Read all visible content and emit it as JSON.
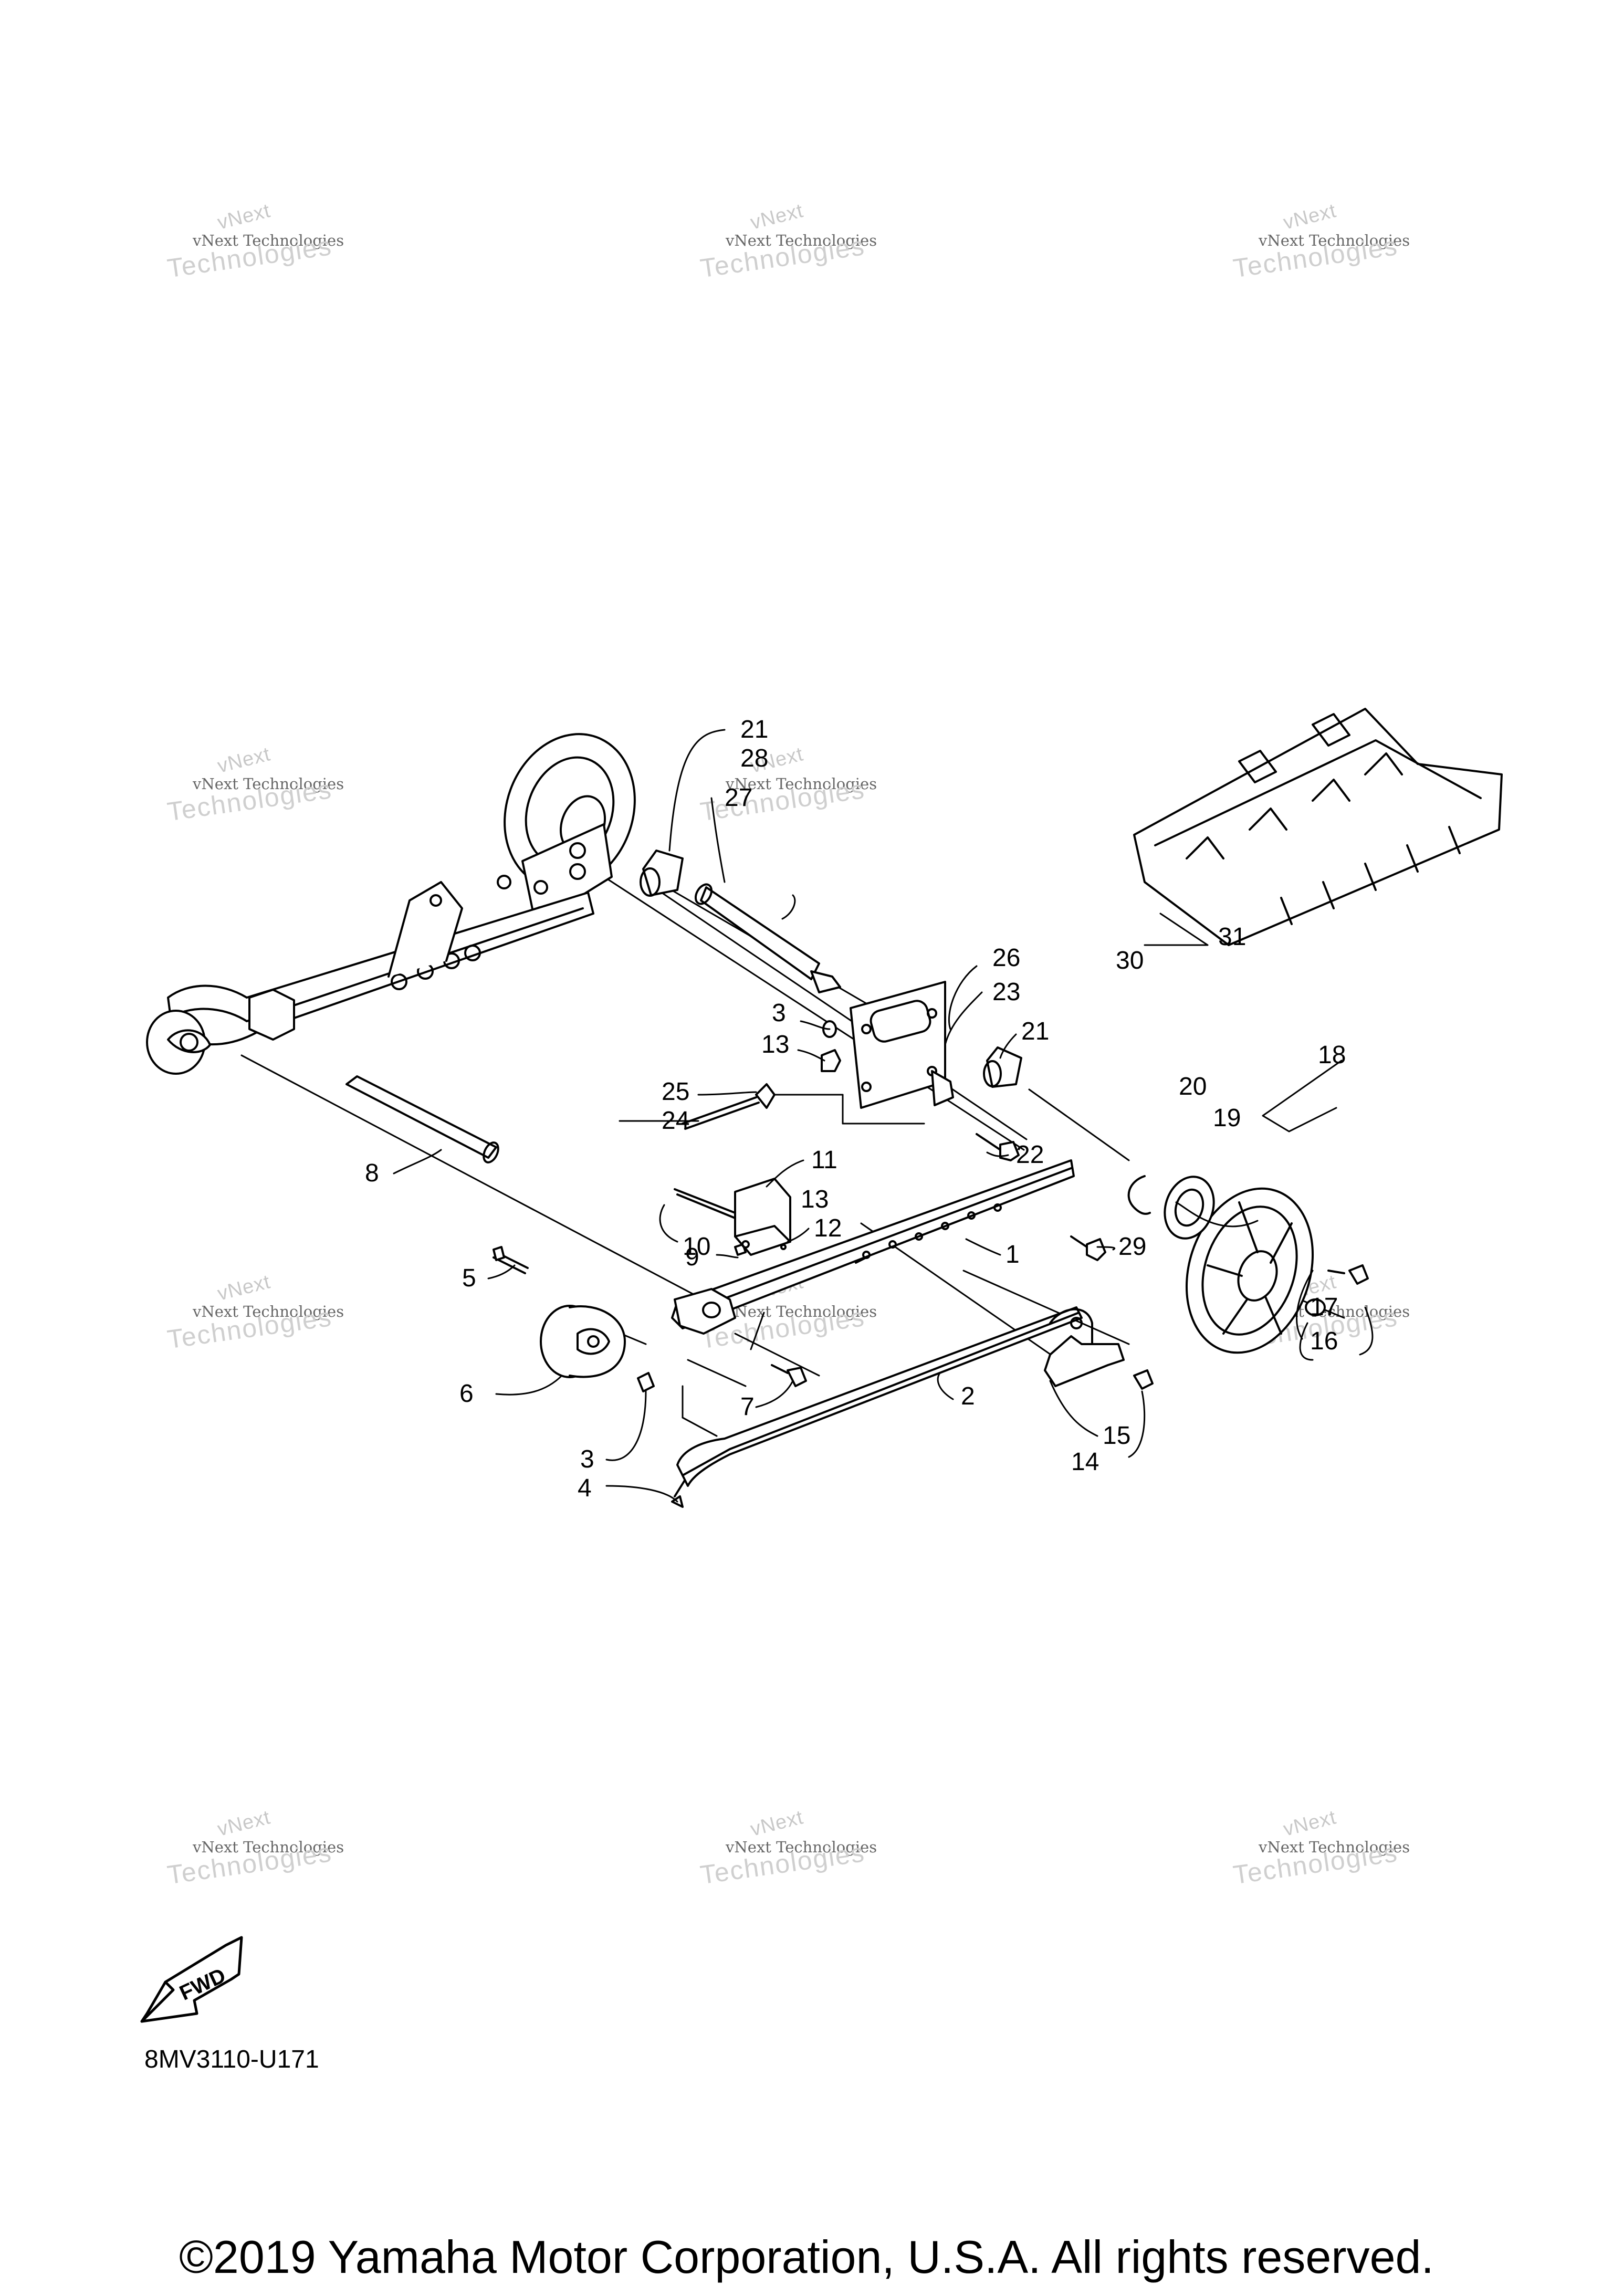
{
  "watermark": {
    "line1": "vNext",
    "line2": "vNext Technologies",
    "line3": "Technologies"
  },
  "callouts": [
    "21",
    "28",
    "27",
    "26",
    "23",
    "3",
    "13",
    "21",
    "25",
    "24",
    "22",
    "18",
    "20",
    "19",
    "11",
    "13",
    "29",
    "8",
    "10",
    "12",
    "1",
    "9",
    "5",
    "17",
    "16",
    "6",
    "2",
    "7",
    "15",
    "3",
    "14",
    "4",
    "30",
    "31"
  ],
  "diagram_code": "8MV3110-U171",
  "fwd_label": "FWD",
  "copyright": "©2019 Yamaha Motor Corporation, U.S.A. All rights reserved."
}
